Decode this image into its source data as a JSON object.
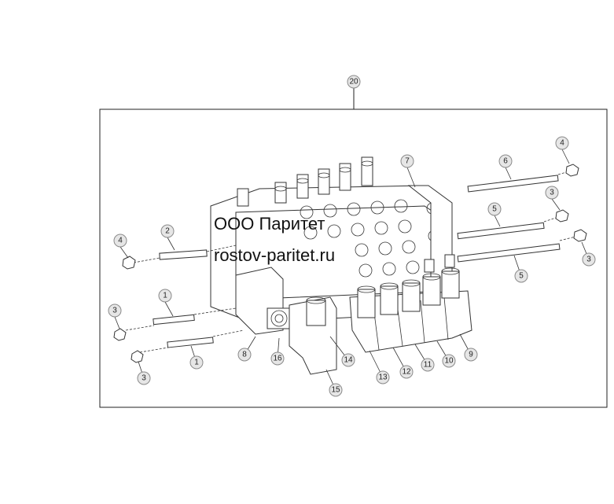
{
  "assembly_callout": "20",
  "callouts": [
    {
      "id": "c4a",
      "label": "4"
    },
    {
      "id": "c2",
      "label": "2"
    },
    {
      "id": "c1a",
      "label": "1"
    },
    {
      "id": "c3a",
      "label": "3"
    },
    {
      "id": "c1b",
      "label": "1"
    },
    {
      "id": "c3b",
      "label": "3"
    },
    {
      "id": "c8",
      "label": "8"
    },
    {
      "id": "c16",
      "label": "16"
    },
    {
      "id": "c14",
      "label": "14"
    },
    {
      "id": "c15",
      "label": "15"
    },
    {
      "id": "c13",
      "label": "13"
    },
    {
      "id": "c12",
      "label": "12"
    },
    {
      "id": "c11",
      "label": "11"
    },
    {
      "id": "c10",
      "label": "10"
    },
    {
      "id": "c9",
      "label": "9"
    },
    {
      "id": "c7",
      "label": "7"
    },
    {
      "id": "c6",
      "label": "6"
    },
    {
      "id": "c4b",
      "label": "4"
    },
    {
      "id": "c3c",
      "label": "3"
    },
    {
      "id": "c5a",
      "label": "5"
    },
    {
      "id": "c3d",
      "label": "3"
    },
    {
      "id": "c5b",
      "label": "5"
    }
  ],
  "watermark": {
    "line1": "ООО Паритет",
    "line2": "rostov-paritet.ru"
  }
}
